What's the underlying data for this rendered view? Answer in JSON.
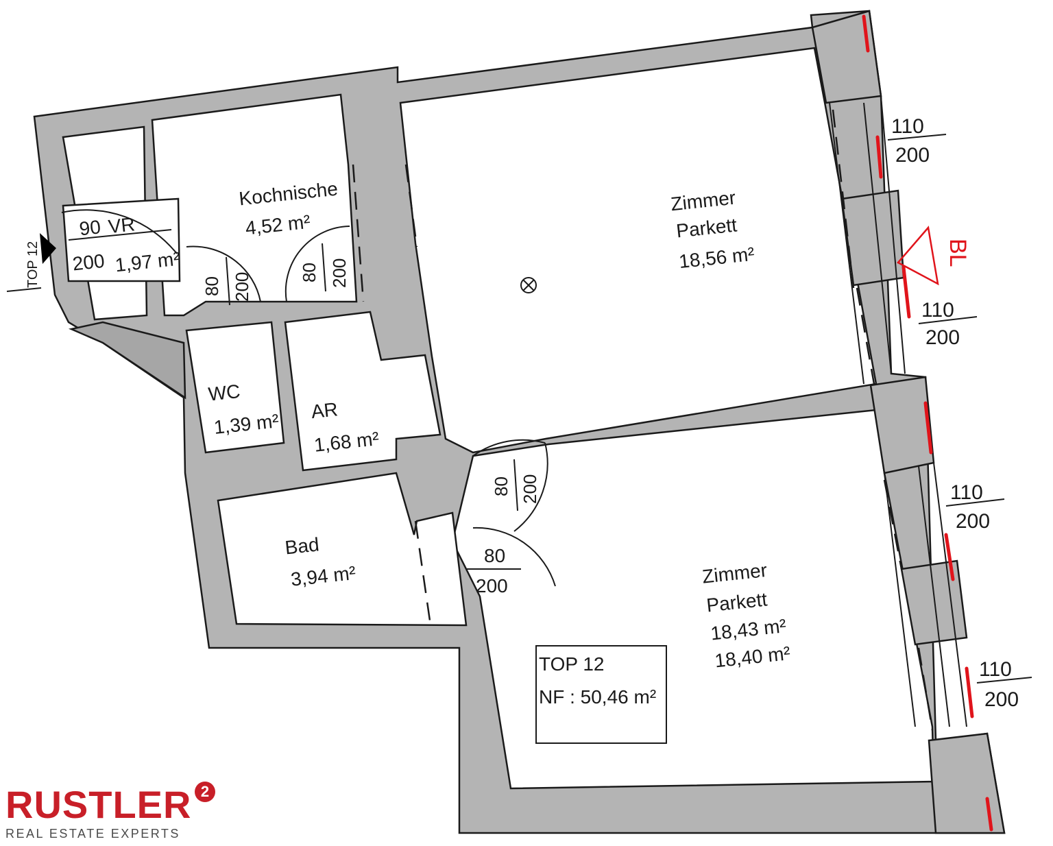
{
  "rooms": {
    "kochnische": {
      "name": "Kochnische",
      "area": "4,52 m²"
    },
    "vr": {
      "name": "VR",
      "area": "1,97 m²"
    },
    "wc": {
      "name": "WC",
      "area": "1,39 m²"
    },
    "ar": {
      "name": "AR",
      "area": "1,68 m²"
    },
    "bad": {
      "name": "Bad",
      "area": "3,94 m²"
    },
    "zimmer1": {
      "name": "Zimmer",
      "floor": "Parkett",
      "area": "18,56 m²"
    },
    "zimmer2": {
      "name": "Zimmer",
      "floor": "Parkett",
      "area": "18,43 m²",
      "area_alt": "18,40 m²"
    }
  },
  "entrance": {
    "label": "TOP 12"
  },
  "doors": {
    "entry": {
      "w": "90",
      "h": "200"
    },
    "wc": {
      "w": "80",
      "h": "200"
    },
    "ar": {
      "w": "80",
      "h": "200"
    },
    "zimmer": {
      "w": "80",
      "h": "200"
    },
    "bad": {
      "w": "80",
      "h": "200"
    }
  },
  "windows": {
    "w1": {
      "w": "110",
      "h": "200"
    },
    "w2": {
      "w": "110",
      "h": "200"
    },
    "w3": {
      "w": "110",
      "h": "200"
    },
    "w4": {
      "w": "110",
      "h": "200"
    }
  },
  "balcony_mark": "BL",
  "summary": {
    "unit": "TOP 12",
    "nf": "NF : 50,46 m²"
  },
  "logo": {
    "brand": "RUSTLER",
    "badge": "2",
    "tagline": "REAL ESTATE EXPERTS"
  },
  "colors": {
    "wall": "#b4b4b4",
    "accent": "#e0141b",
    "brand": "#c81f28"
  }
}
